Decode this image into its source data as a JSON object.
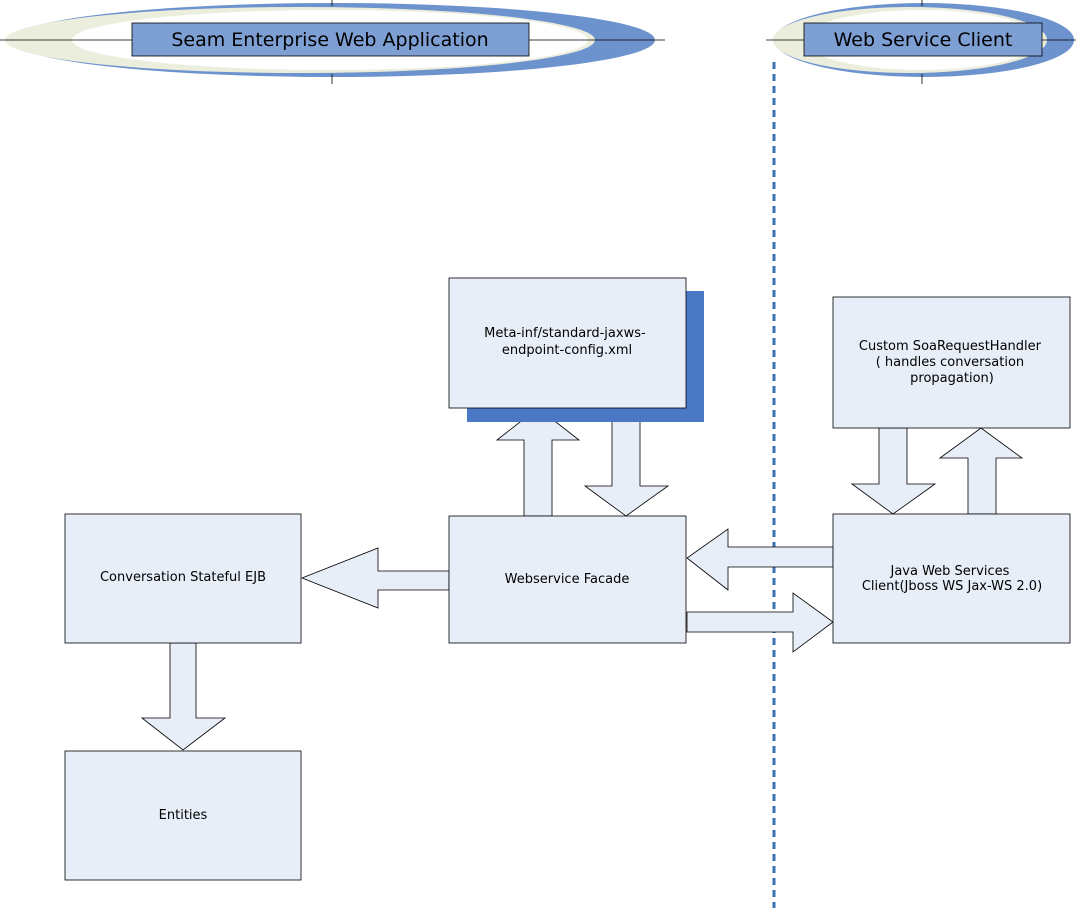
{
  "sections": {
    "left_title": "Seam Enterprise Web Application",
    "right_title": "Web Service Client"
  },
  "nodes": {
    "config": {
      "lines": [
        "Meta-inf/standard-jaxws-",
        "endpoint-config.xml"
      ]
    },
    "handler": {
      "lines": [
        "Custom SoaRequestHandler",
        "( handles conversation",
        "propagation)"
      ]
    },
    "ejb": {
      "lines": [
        "Conversation Stateful EJB"
      ]
    },
    "facade": {
      "lines": [
        "Webservice Facade"
      ]
    },
    "client": {
      "lines": [
        "Java Web Services",
        "Client(Jboss WS Jax-WS 2.0)"
      ]
    },
    "entities": {
      "lines": [
        "Entities"
      ]
    }
  },
  "colors": {
    "box_fill": "#e8eef8",
    "shadow": "#4a78c4",
    "title_fill": "#7e9fd4",
    "ellipse_blue": "#6d93cf",
    "ellipse_light": "#eceedd",
    "divider": "#3a72b5"
  }
}
